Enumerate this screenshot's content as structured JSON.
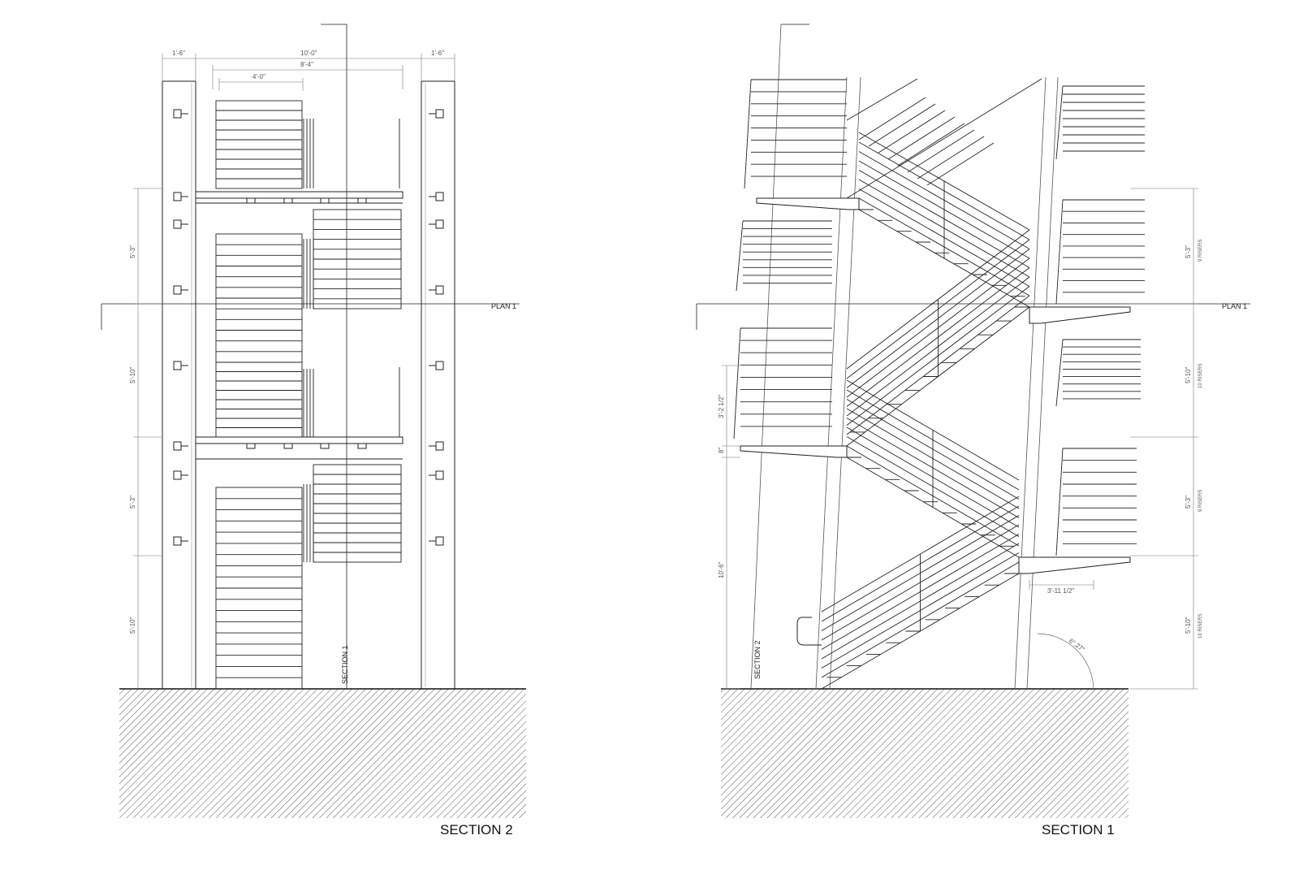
{
  "sheet": {
    "left_title": "SECTION 2",
    "right_title": "SECTION 1",
    "plan_label": "PLAN 1",
    "section1_label": "SECTION 1",
    "section2_label": "SECTION 2"
  },
  "section2_dims": {
    "top_left": "1'-6\"",
    "top_overall": "10'-0\"",
    "top_right": "1'-6\"",
    "top_inner": "8'-4\"",
    "top_stair": "4'-0\"",
    "vert": [
      "5'-3\"",
      "5'-10\"",
      "5'-3\"",
      "5'-10\""
    ]
  },
  "section1_dims": {
    "right_vert": [
      "5'-3\"",
      "5'-10\"",
      "5'-3\"",
      "5'-10\""
    ],
    "risers": [
      "9 RISERS",
      "10 RISERS",
      "9 RISERS",
      "10 RISERS"
    ],
    "left_guard": "3'-2 1/2\"",
    "left_slab": "8\"",
    "left_base": "10'-6\"",
    "landing": "3'-11 1/2\"",
    "angle": "6°.27°"
  },
  "colors": {
    "line": "#222222",
    "light": "#999999",
    "hatch": "#444444"
  }
}
